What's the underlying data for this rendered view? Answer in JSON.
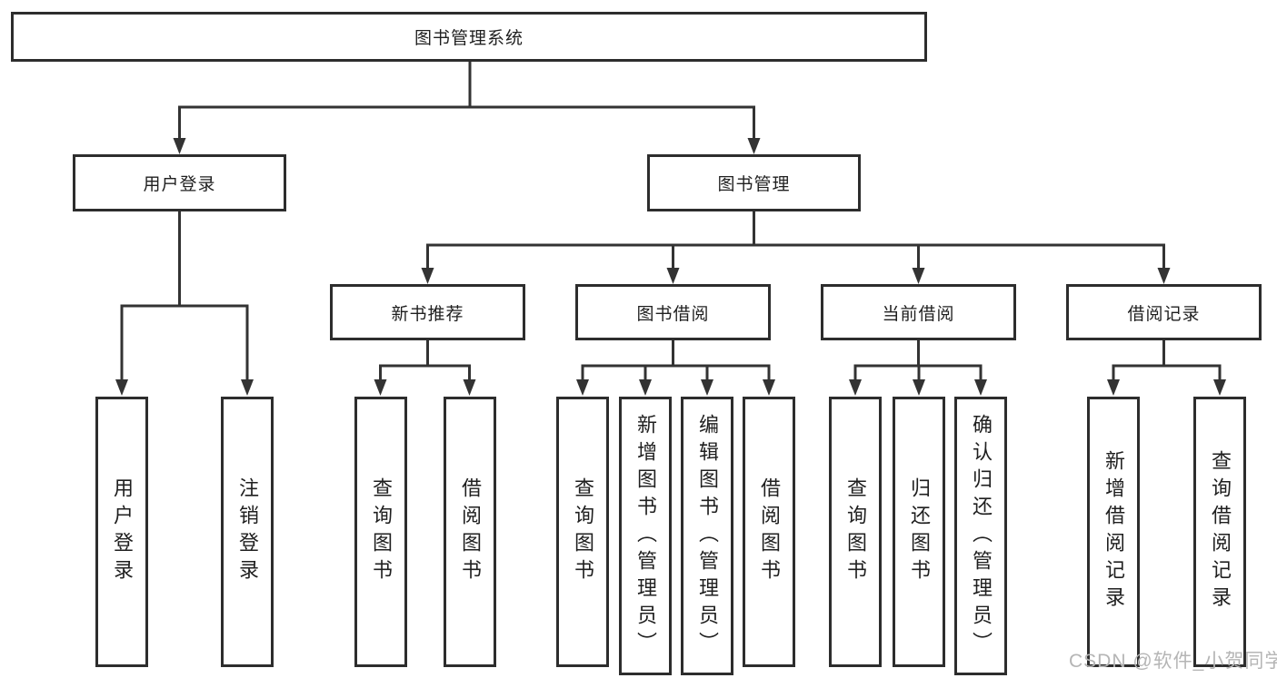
{
  "diagram": {
    "type": "hierarchy-tree",
    "nodes": {
      "root": "图书管理系统",
      "l2": [
        "用户登录",
        "图书管理"
      ],
      "l3": [
        "新书推荐",
        "图书借阅",
        "当前借阅",
        "借阅记录"
      ],
      "leaves_user_login": [
        "用户登录",
        "注销登录"
      ],
      "leaves_new_book": [
        "查询图书",
        "借阅图书"
      ],
      "leaves_book_borrow": [
        "查询图书",
        "新增图书（管理员）",
        "编辑图书（管理员）",
        "借阅图书"
      ],
      "leaves_current_borrow": [
        "查询图书",
        "归还图书",
        "确认归还（管理员）"
      ],
      "leaves_borrow_records": [
        "新增借阅记录",
        "查询借阅记录"
      ]
    },
    "colors": {
      "line": "#333333",
      "box_border": "#2d2d2d",
      "box_fill": "#ffffff",
      "text": "#1f1f1f",
      "watermark": "#b5b5b5",
      "background": "#ffffff"
    }
  },
  "watermark": {
    "text": "CSDN @软件_小贺同学"
  }
}
